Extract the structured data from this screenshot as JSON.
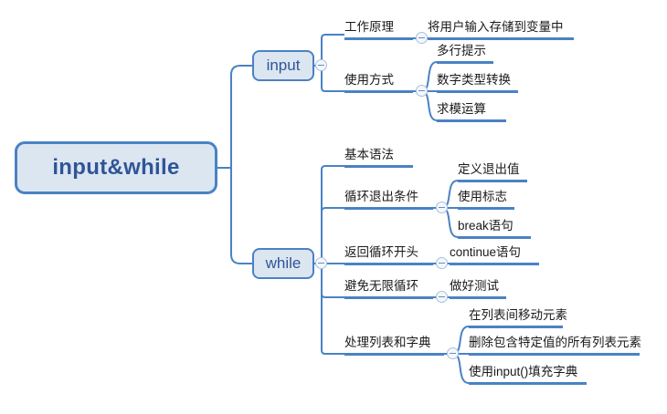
{
  "diagram": {
    "type": "mind-map",
    "colors": {
      "node_fill": "#dce6f1",
      "node_border": "#4a82c4",
      "connector": "#4a82c4",
      "root_text": "#2f5597",
      "topic_text": "#1a1a1a"
    },
    "root": {
      "label": "input&while"
    },
    "branches": [
      {
        "label": "input",
        "children": [
          {
            "label": "工作原理",
            "children": [
              {
                "label": "将用户输入存储到变量中"
              }
            ]
          },
          {
            "label": "使用方式",
            "children": [
              {
                "label": "多行提示"
              },
              {
                "label": "数字类型转换"
              },
              {
                "label": "求模运算"
              }
            ]
          }
        ]
      },
      {
        "label": "while",
        "children": [
          {
            "label": "基本语法",
            "children": []
          },
          {
            "label": "循环退出条件",
            "children": [
              {
                "label": "定义退出值"
              },
              {
                "label": "使用标志"
              },
              {
                "label": "break语句"
              }
            ]
          },
          {
            "label": "返回循环开头",
            "children": [
              {
                "label": "continue语句"
              }
            ]
          },
          {
            "label": "避免无限循环",
            "children": [
              {
                "label": "做好测试"
              }
            ]
          },
          {
            "label": "处理列表和字典",
            "children": [
              {
                "label": "在列表间移动元素"
              },
              {
                "label": "删除包含特定值的所有列表元素"
              },
              {
                "label": "使用input()填充字典"
              }
            ]
          }
        ]
      }
    ],
    "icons": {
      "collapse": "minus-circle-icon"
    }
  }
}
